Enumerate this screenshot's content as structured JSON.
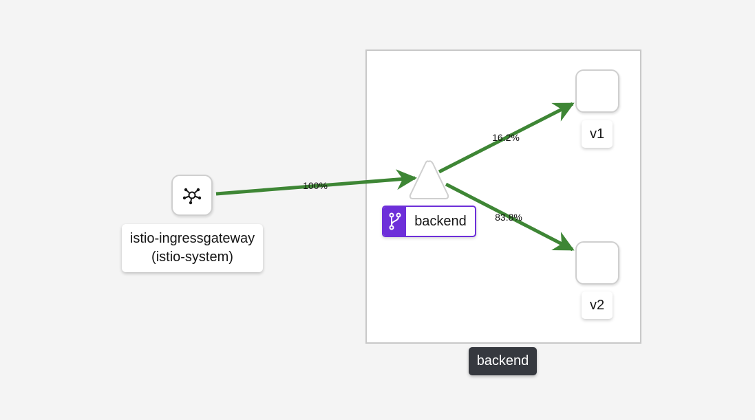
{
  "group": {
    "label": "backend"
  },
  "nodes": {
    "gateway": {
      "name": "istio-ingressgateway",
      "namespace": "(istio-system)",
      "icon": "gateway-icon"
    },
    "service": {
      "label": "backend",
      "icon": "git-branch-icon",
      "badge_color": "#6d2fd9"
    },
    "v1": {
      "label": "v1"
    },
    "v2": {
      "label": "v2"
    }
  },
  "edges": {
    "gateway_to_service": "100%",
    "service_to_v1": "16.2%",
    "service_to_v2": "83.8%",
    "color": "#3e8635"
  }
}
